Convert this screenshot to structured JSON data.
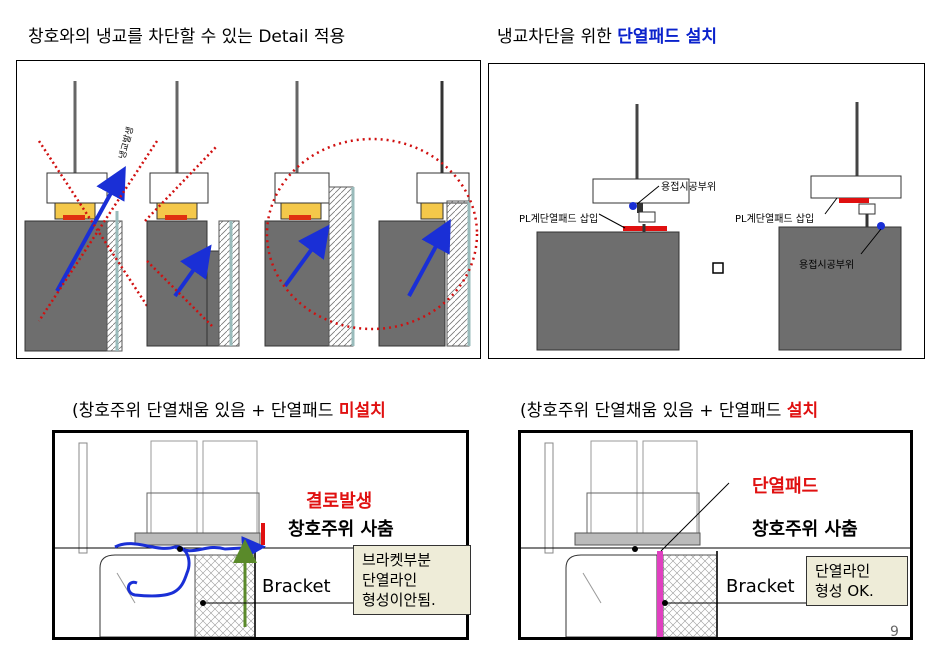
{
  "top_left": {
    "title": "창호와의 냉교를 차단할 수 있는 Detail 적용",
    "label_bridge": "냉교발생"
  },
  "top_right": {
    "title_plain": "냉교차단을 위한 ",
    "title_emph": "단열패드 설치",
    "pad_label_1": "PL계단열패드 삽입",
    "weld_label_1": "용접시공부위",
    "pad_label_2": "PL계단열패드 삽입",
    "weld_label_2": "용접시공부위"
  },
  "bottom_left": {
    "title_plain": "(창호주위  단열채움 있음 + 단열패드 ",
    "title_emph": "미설치",
    "dew": "결로발생",
    "sill": "창호주위 사춤",
    "bracket": "Bracket",
    "note_lines": [
      "브라켓부분",
      "단열라인",
      "형성이안됨."
    ]
  },
  "bottom_right": {
    "title_plain": "(창호주위 단열채움 있음 + 단열패드 ",
    "title_emph": "설치",
    "pad": "단열패드",
    "sill": "창호주위 사춤",
    "bracket": "Bracket",
    "note_lines": [
      "단열라인",
      "형성 OK."
    ]
  },
  "page_number": "9",
  "colors": {
    "blue_arrow": "#1a2fd6",
    "red": "#e01010",
    "red_dots": "#d01010",
    "green": "#5a8a2a",
    "pad_magenta": "#e040c0"
  }
}
